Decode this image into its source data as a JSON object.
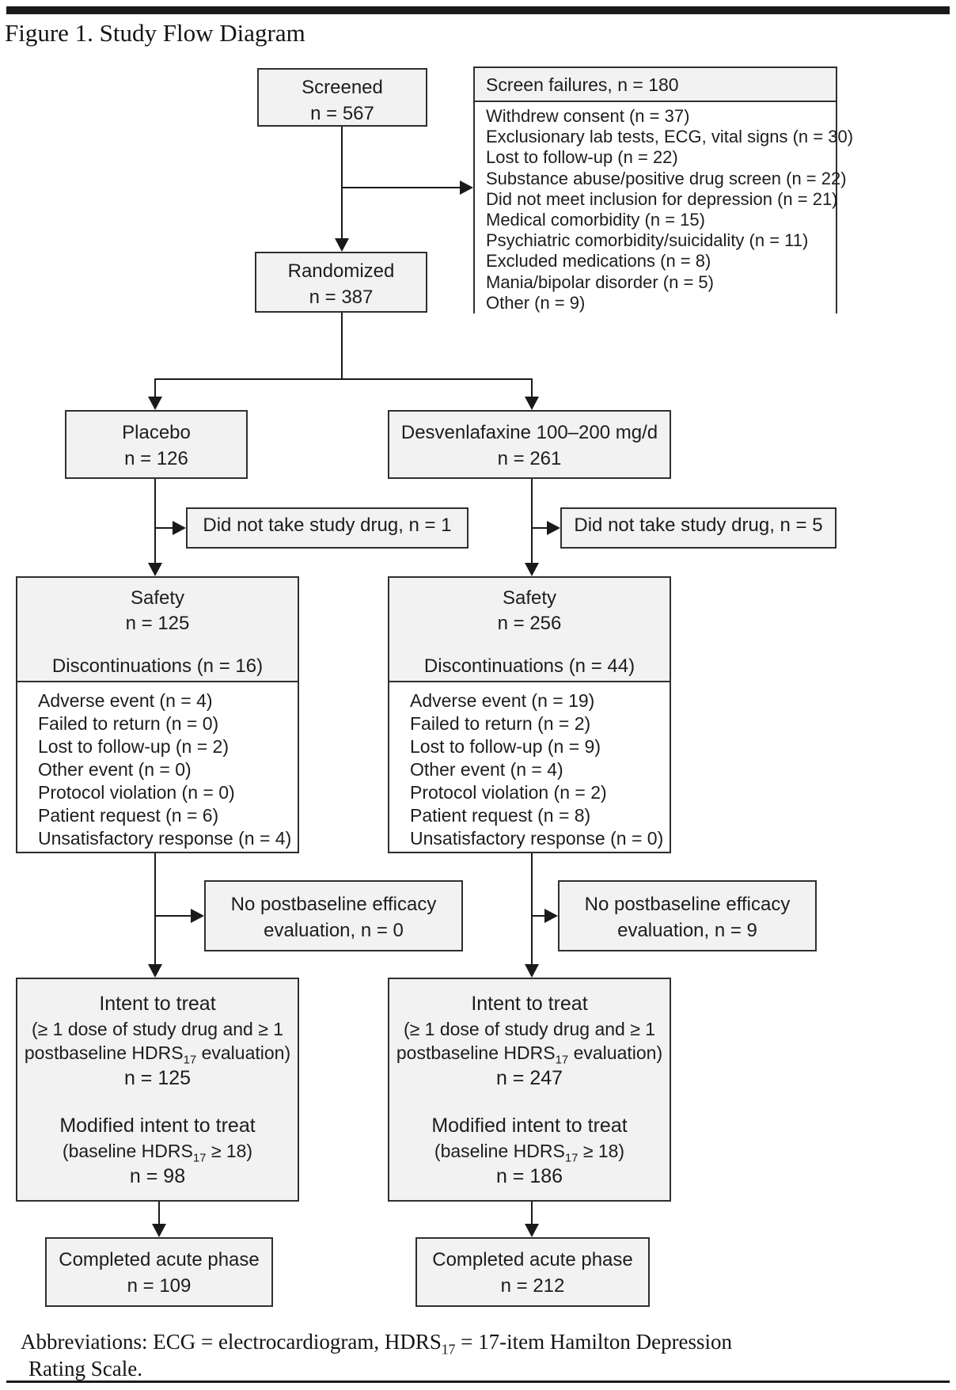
{
  "page": {
    "title": "Figure 1. Study Flow Diagram"
  },
  "flow": {
    "screened": {
      "label": "Screened",
      "n": "n = 567"
    },
    "screen_failures": {
      "header": "Screen failures, n = 180",
      "items": [
        "Withdrew consent (n = 37)",
        "Exclusionary lab tests, ECG, vital signs (n = 30)",
        "Lost to follow-up (n = 22)",
        "Substance abuse/positive drug screen (n = 22)",
        "Did not meet inclusion for depression (n = 21)",
        "Medical comorbidity (n = 15)",
        "Psychiatric comorbidity/suicidality (n = 11)",
        "Excluded medications (n = 8)",
        "Mania/bipolar disorder (n = 5)",
        "Other (n = 9)"
      ]
    },
    "randomized": {
      "label": "Randomized",
      "n": "n = 387"
    },
    "placebo_arm": {
      "label": "Placebo",
      "n": "n = 126"
    },
    "desvenlafaxine_arm": {
      "label": "Desvenlafaxine 100–200 mg/d",
      "n": "n = 261"
    },
    "no_drug_placebo": {
      "label": "Did not take study drug, n = 1"
    },
    "no_drug_desvenlafaxine": {
      "label": "Did not take study drug, n = 5"
    },
    "safety_placebo": {
      "label": "Safety",
      "n": "n = 125",
      "discontinuations": "Discontinuations (n = 16)",
      "items": [
        "Adverse event (n = 4)",
        "Failed to return (n = 0)",
        "Lost to follow-up (n = 2)",
        "Other event (n = 0)",
        "Protocol violation (n = 0)",
        "Patient request (n = 6)",
        "Unsatisfactory response (n = 4)"
      ]
    },
    "safety_desvenlafaxine": {
      "label": "Safety",
      "n": "n = 256",
      "discontinuations": "Discontinuations (n = 44)",
      "items": [
        "Adverse event (n = 19)",
        "Failed to return (n = 2)",
        "Lost to follow-up (n = 9)",
        "Other event (n = 4)",
        "Protocol violation (n = 2)",
        "Patient request (n = 8)",
        "Unsatisfactory response (n = 0)"
      ]
    },
    "no_postbaseline_placebo": {
      "line1": "No postbaseline efficacy",
      "line2": "evaluation, n = 0"
    },
    "no_postbaseline_desvenlafaxine": {
      "line1": "No postbaseline efficacy",
      "line2": "evaluation, n = 9"
    },
    "itt_placebo": {
      "label": "Intent to treat",
      "criteria_line1": "(≥ 1 dose of study drug and ≥ 1",
      "criteria_line2_pre": "postbaseline HDRS",
      "criteria_sub": "17",
      "criteria_line2_post": " evaluation)",
      "n": "n = 125",
      "mitt_label": "Modified intent to treat",
      "mitt_pre": "(baseline HDRS",
      "mitt_sub": "17",
      "mitt_post": " ≥ 18)",
      "mitt_n": "n = 98"
    },
    "itt_desvenlafaxine": {
      "label": "Intent to treat",
      "criteria_line1": "(≥ 1 dose of study drug and ≥ 1",
      "criteria_line2_pre": "postbaseline HDRS",
      "criteria_sub": "17",
      "criteria_line2_post": " evaluation)",
      "n": "n = 247",
      "mitt_label": "Modified intent to treat",
      "mitt_pre": "(baseline HDRS",
      "mitt_sub": "17",
      "mitt_post": " ≥ 18)",
      "mitt_n": "n = 186"
    },
    "completed_placebo": {
      "label": "Completed acute phase",
      "n": "n = 109"
    },
    "completed_desvenlafaxine": {
      "label": "Completed acute phase",
      "n": "n = 212"
    }
  },
  "footer": {
    "abbrev_pre": "Abbreviations: ECG = electrocardiogram, HDRS",
    "abbrev_sub": "17",
    "abbrev_post": " = 17-item Hamilton Depression",
    "abbrev_line2": "Rating Scale."
  },
  "colors": {
    "box_fill": "#f2f2f2",
    "border": "#2f2f2f",
    "line": "#1a1a1a"
  }
}
